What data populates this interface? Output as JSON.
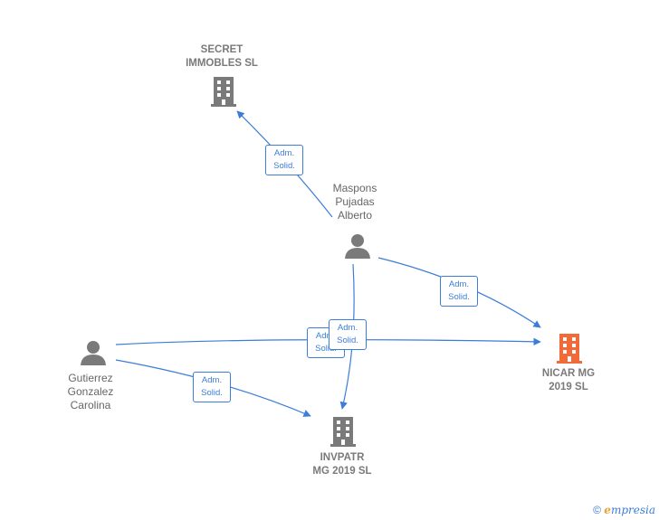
{
  "nodes": {
    "secret": {
      "label": "SECRET\nIMMOBLES  SL"
    },
    "maspons": {
      "label": "Maspons\nPujadas\nAlberto"
    },
    "gutierrez": {
      "label": "Gutierrez\nGonzalez\nCarolina"
    },
    "nicar": {
      "label": "NICAR MG\n2019  SL"
    },
    "invpatr": {
      "label": "INVPATR\nMG 2019  SL"
    }
  },
  "relations": [
    {
      "line1": "Adm.",
      "line2": "Solid."
    },
    {
      "line1": "Adm.",
      "line2": "Solid."
    },
    {
      "line1": "Adm.",
      "line2": "Solid."
    },
    {
      "line1": "Adm.",
      "line2": "Solid."
    },
    {
      "line1": "Adm.",
      "line2": "Solid."
    }
  ],
  "footer": {
    "copyright": "©",
    "brand_initial": "e",
    "brand_rest": "mpresia"
  },
  "colors": {
    "edge": "#3b7dd8",
    "building": "#7a7a7a",
    "focus_building": "#f06a3a",
    "person": "#7a7a7a"
  }
}
